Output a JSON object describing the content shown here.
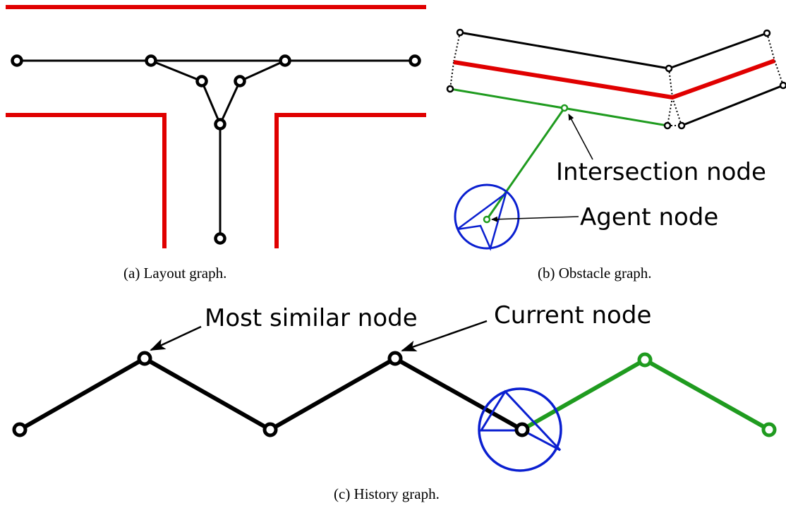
{
  "panel_a": {
    "caption": "(a) Layout graph."
  },
  "panel_b": {
    "caption": "(b) Obstacle graph.",
    "intersection_label": "Intersection node",
    "agent_label": "Agent node"
  },
  "panel_c": {
    "caption": "(c) History graph.",
    "similar_label": "Most similar node",
    "current_label": "Current node"
  },
  "colors": {
    "wall": "#e00000",
    "edge": "#000000",
    "history_future": "#1f9b1f",
    "agent_circle": "#0a1fd0"
  }
}
